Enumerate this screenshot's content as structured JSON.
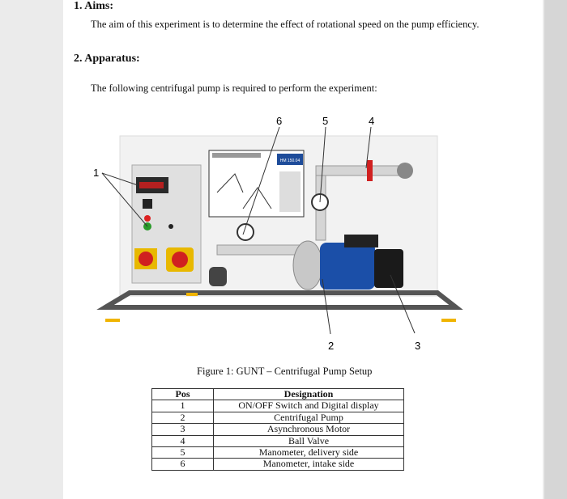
{
  "section1": {
    "heading": "1.  Aims:",
    "text": "The aim of this experiment is to determine the effect of rotational speed on the pump efficiency."
  },
  "section2": {
    "heading": "2.  Apparatus:",
    "text": "The following centrifugal pump is required to perform the experiment:"
  },
  "figure": {
    "callouts": [
      "6",
      "5",
      "4",
      "1",
      "2",
      "3"
    ],
    "panel_label": "HM 150.04",
    "caption": "Figure 1:  GUNT – Centrifugal Pump Setup"
  },
  "table": {
    "headers": [
      "Pos",
      "Designation"
    ],
    "rows": [
      [
        "1",
        "ON/OFF Switch and Digital display"
      ],
      [
        "2",
        "Centrifugal Pump"
      ],
      [
        "3",
        "Asynchronous Motor"
      ],
      [
        "4",
        "Ball Valve"
      ],
      [
        "5",
        "Manometer, delivery side"
      ],
      [
        "6",
        "Manometer, intake side"
      ]
    ]
  }
}
